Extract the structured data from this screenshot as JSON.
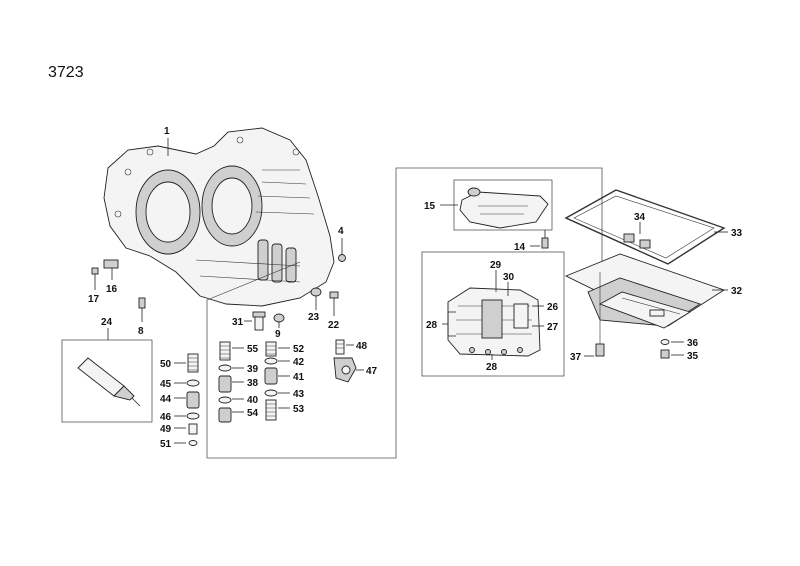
{
  "diagram": {
    "number": "3723",
    "callouts": {
      "c1": "1",
      "c4": "4",
      "c8": "8",
      "c9": "9",
      "c14": "14",
      "c15": "15",
      "c16": "16",
      "c17": "17",
      "c22": "22",
      "c23": "23",
      "c24": "24",
      "c26": "26",
      "c27": "27",
      "c28a": "28",
      "c28b": "28",
      "c29": "29",
      "c30": "30",
      "c31": "31",
      "c32": "32",
      "c33": "33",
      "c34": "34",
      "c35": "35",
      "c36": "36",
      "c37": "37",
      "c38": "38",
      "c39": "39",
      "c40": "40",
      "c41": "41",
      "c42": "42",
      "c43": "43",
      "c44": "44",
      "c45": "45",
      "c46": "46",
      "c47": "47",
      "c48": "48",
      "c49": "49",
      "c50": "50",
      "c51": "51",
      "c52": "52",
      "c53": "53",
      "c54": "54",
      "c55": "55"
    }
  }
}
